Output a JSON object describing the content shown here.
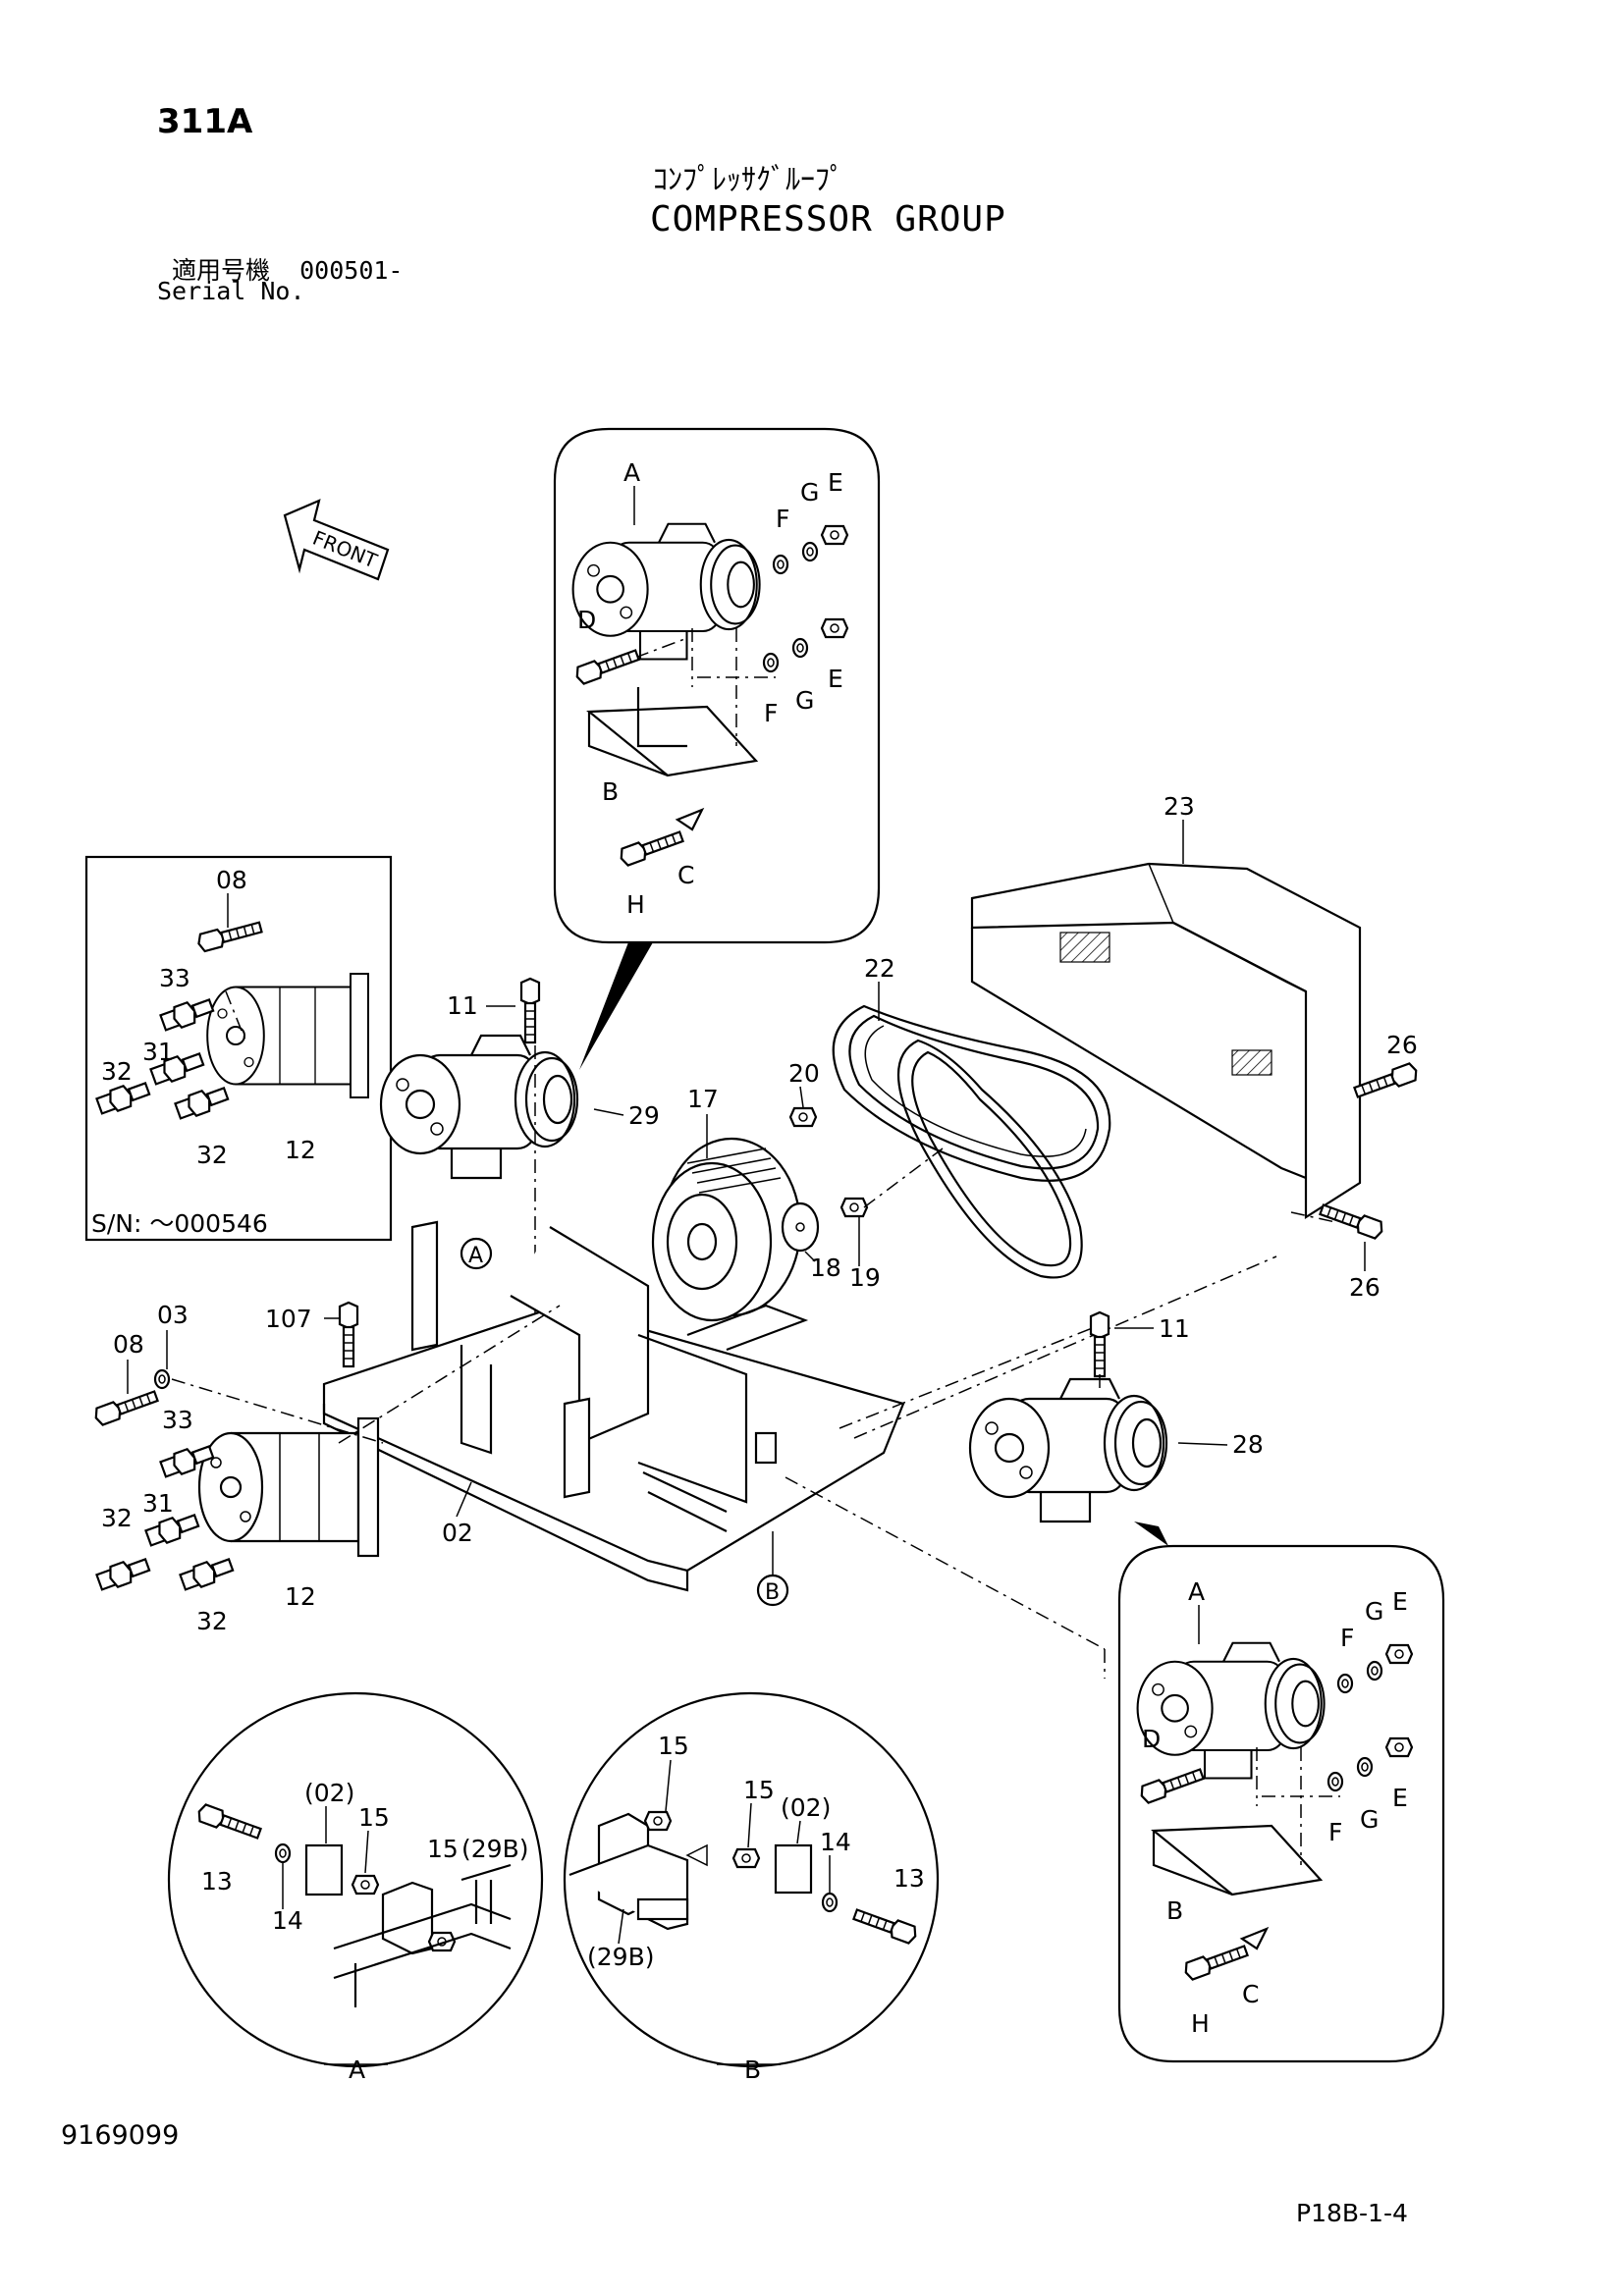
{
  "header": {
    "page_code": "311A",
    "title_jp": "ｺﾝﾌﾟﾚｯｻｸﾞﾙｰﾌﾟ",
    "title_en": "COMPRESSOR GROUP",
    "serial_label_jp": "適用号機",
    "serial_value": "000501-",
    "serial_label_en": "Serial No."
  },
  "direction_marker": "FRONT",
  "inset_serial": "S/N: ～000546",
  "view_labels": [
    "A",
    "B"
  ],
  "part_numbers": [
    "02",
    "03",
    "08",
    "11",
    "12",
    "13",
    "14",
    "15",
    "17",
    "18",
    "19",
    "20",
    "22",
    "23",
    "26",
    "28",
    "29",
    "31",
    "32",
    "33",
    "107"
  ],
  "letter_callouts": [
    "A",
    "B",
    "C",
    "D",
    "E",
    "F",
    "G",
    "H"
  ],
  "bracketed_refs": [
    "(02)",
    "(29B)"
  ],
  "footer": {
    "doc_number": "9169099",
    "page_ref": "P18B-1-4"
  }
}
